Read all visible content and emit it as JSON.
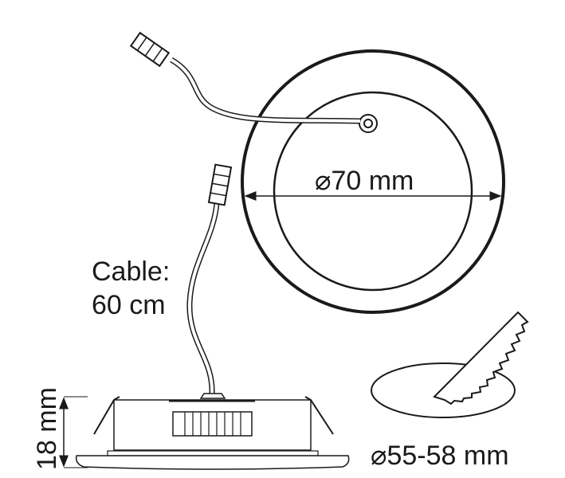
{
  "labels": {
    "diameter_outer": "⌀70 mm",
    "cable_line1": "Cable:",
    "cable_line2": "60 cm",
    "height": "18 mm",
    "cutout": "⌀55-58 mm"
  }
}
